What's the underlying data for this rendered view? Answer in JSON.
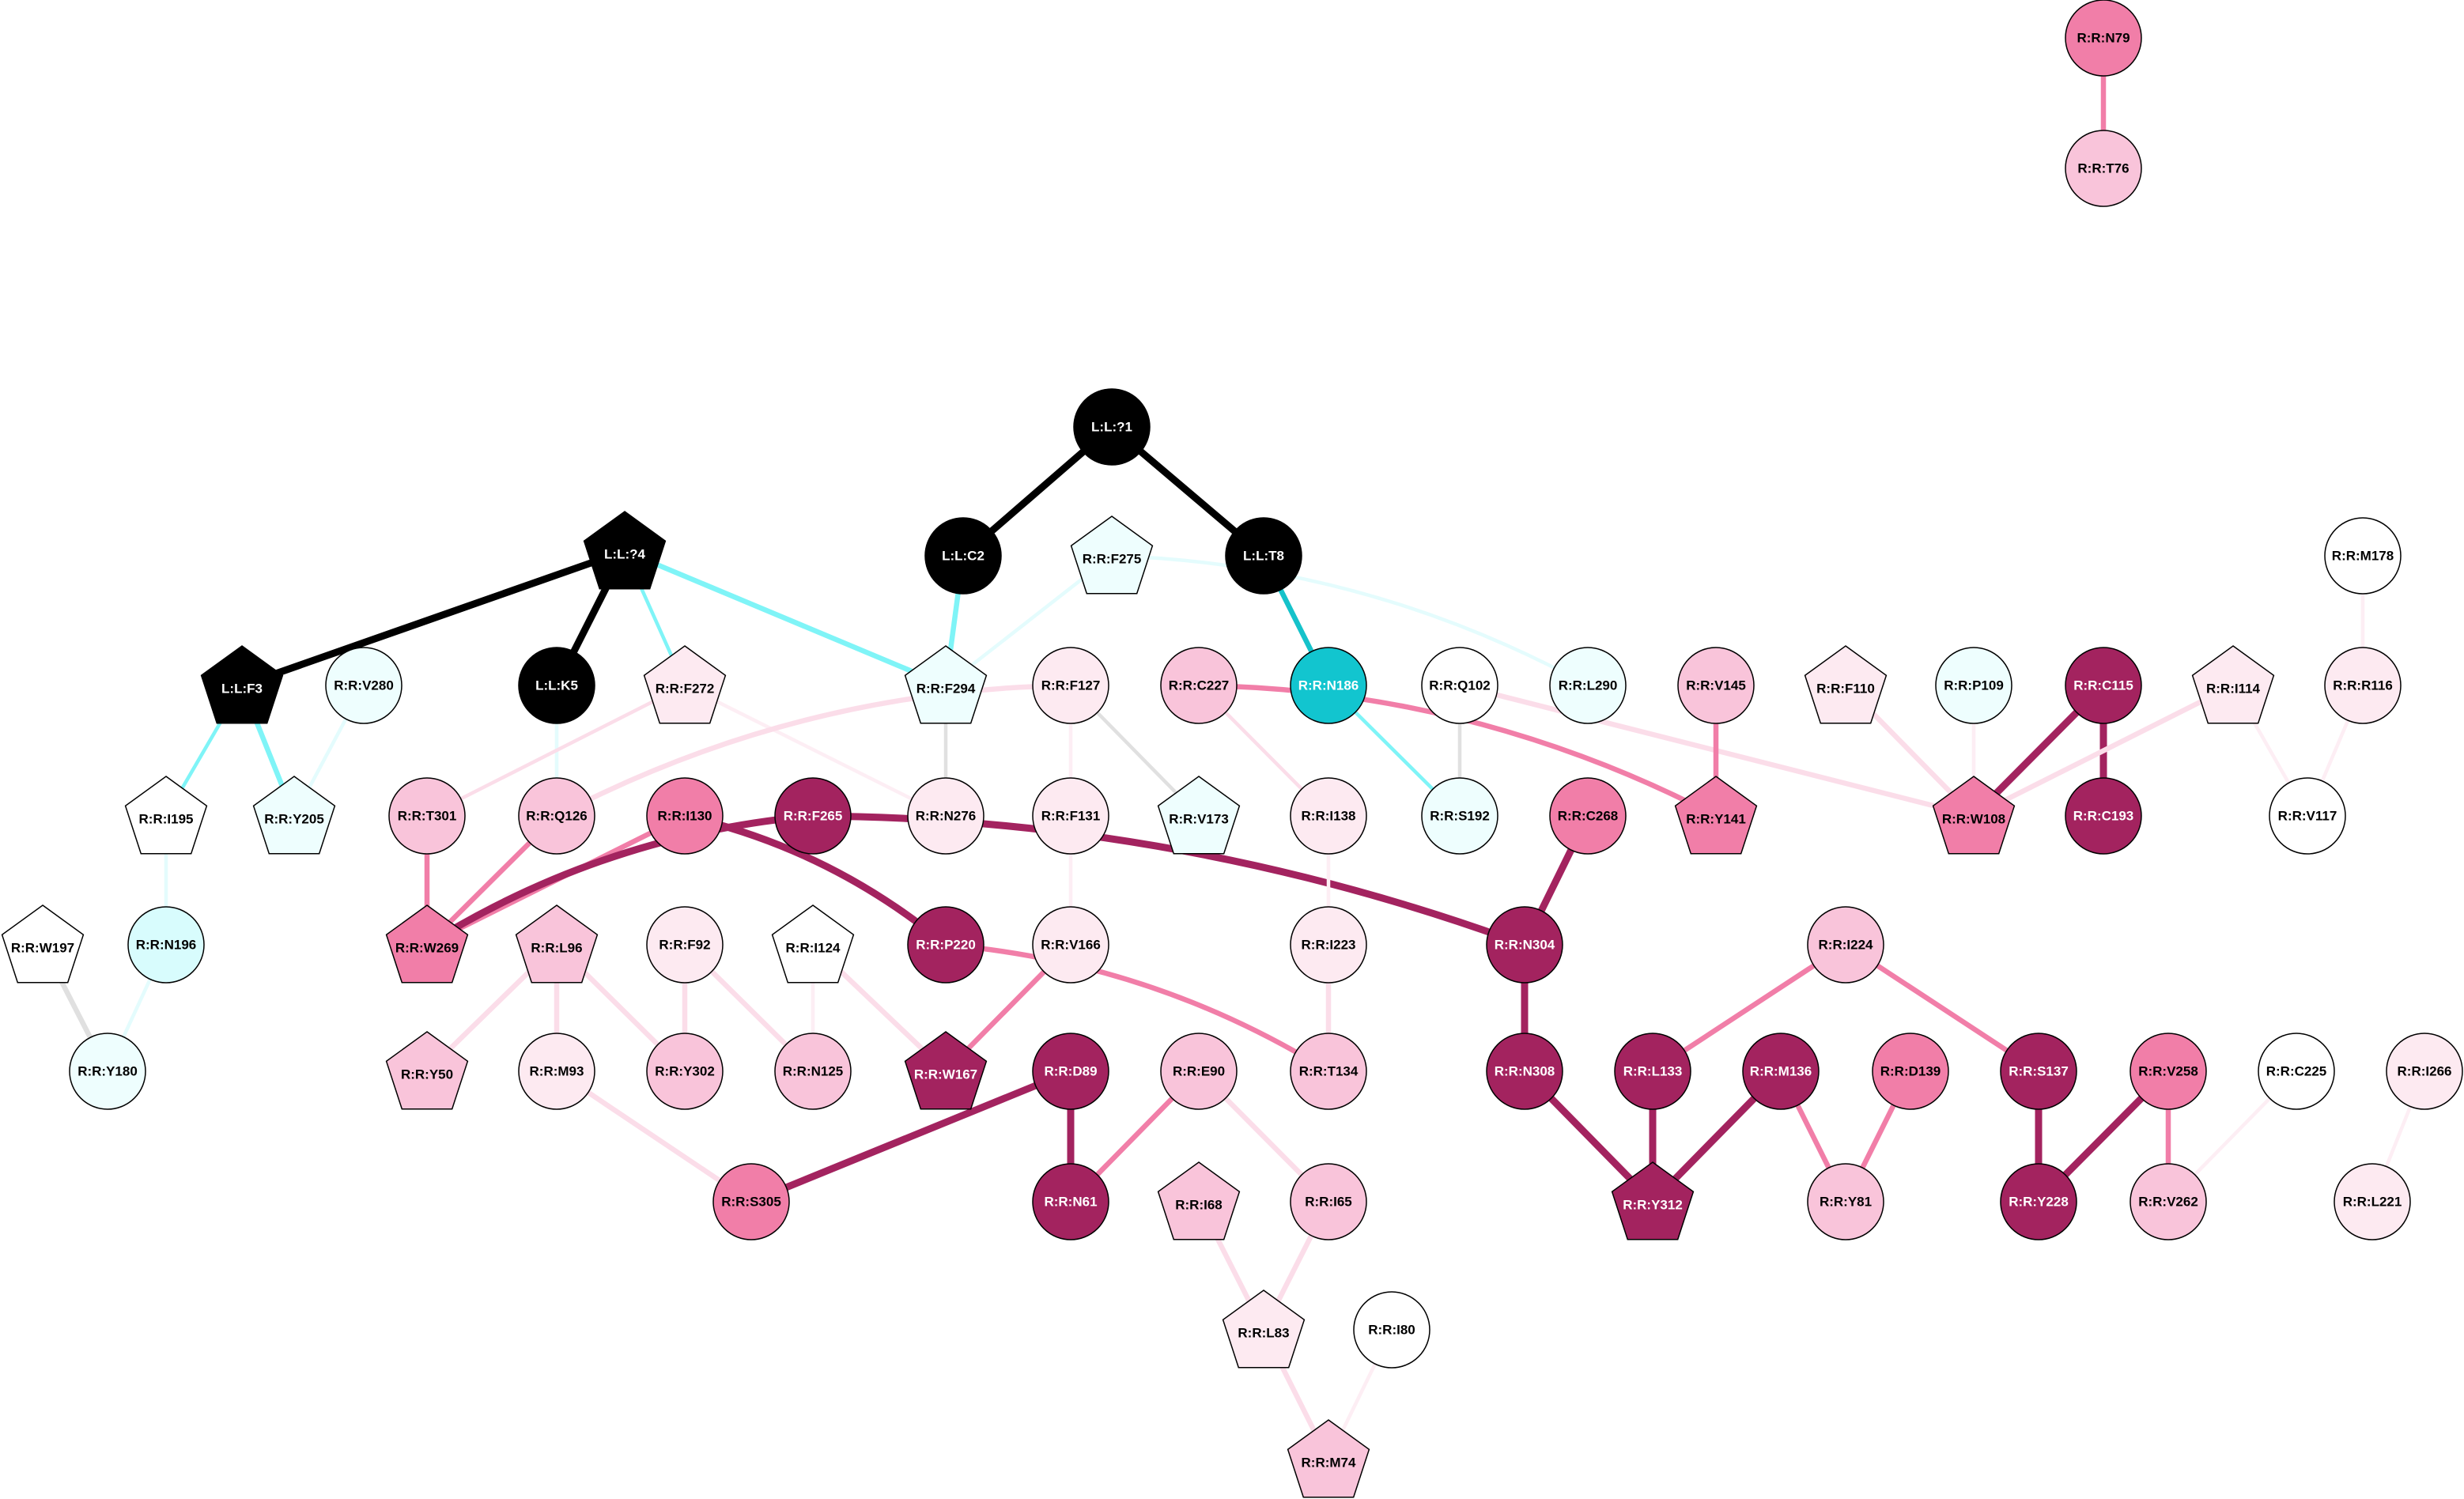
{
  "colors": {
    "black": "#000000",
    "cyan": "#12c5cf",
    "cyan_light": "#d8fcfd",
    "cyan_pale": "#eefefe",
    "edge_cyan": "#7ff4f7",
    "edge_cyan_pale": "#e4fcfd",
    "edge_cyan_strong": "#15c2ca",
    "edge_gray": "#e0e0e0",
    "magenta_dark": "#a3235f",
    "pink_strong": "#f17ea8",
    "pink_mid": "#f9c4da",
    "pink_light": "#fdeaf1",
    "edge_pink_light": "#fbdde9",
    "edge_pink_pale": "#fdeef4",
    "white": "#ffffff"
  },
  "nodes": [
    {
      "id": "N79",
      "label": "R:R:N79",
      "shape": "circle",
      "fill": "pink_strong"
    },
    {
      "id": "T76",
      "label": "R:R:T76",
      "shape": "circle",
      "fill": "pink_mid"
    },
    {
      "id": "L1",
      "label": "L:L:?1",
      "shape": "circle",
      "fill": "black"
    },
    {
      "id": "C2",
      "label": "L:L:C2",
      "shape": "circle",
      "fill": "black"
    },
    {
      "id": "T8",
      "label": "L:L:T8",
      "shape": "circle",
      "fill": "black"
    },
    {
      "id": "L4",
      "label": "L:L:?4",
      "shape": "pentagon",
      "fill": "black"
    },
    {
      "id": "F3",
      "label": "L:L:F3",
      "shape": "pentagon",
      "fill": "black"
    },
    {
      "id": "K5",
      "label": "L:L:K5",
      "shape": "circle",
      "fill": "black"
    },
    {
      "id": "F275",
      "label": "R:R:F275",
      "shape": "pentagon",
      "fill": "cyan_pale"
    },
    {
      "id": "M178",
      "label": "R:R:M178",
      "shape": "circle",
      "fill": "white"
    },
    {
      "id": "V280",
      "label": "R:R:V280",
      "shape": "circle",
      "fill": "cyan_pale"
    },
    {
      "id": "F272",
      "label": "R:R:F272",
      "shape": "pentagon",
      "fill": "pink_light"
    },
    {
      "id": "F294",
      "label": "R:R:F294",
      "shape": "pentagon",
      "fill": "cyan_pale"
    },
    {
      "id": "F127",
      "label": "R:R:F127",
      "shape": "circle",
      "fill": "pink_light"
    },
    {
      "id": "C227",
      "label": "R:R:C227",
      "shape": "circle",
      "fill": "pink_mid"
    },
    {
      "id": "N186",
      "label": "R:R:N186",
      "shape": "circle",
      "fill": "cyan"
    },
    {
      "id": "Q102",
      "label": "R:R:Q102",
      "shape": "circle",
      "fill": "white"
    },
    {
      "id": "L290",
      "label": "R:R:L290",
      "shape": "circle",
      "fill": "cyan_pale"
    },
    {
      "id": "V145",
      "label": "R:R:V145",
      "shape": "circle",
      "fill": "pink_mid"
    },
    {
      "id": "F110",
      "label": "R:R:F110",
      "shape": "pentagon",
      "fill": "pink_light"
    },
    {
      "id": "P109",
      "label": "R:R:P109",
      "shape": "circle",
      "fill": "cyan_pale"
    },
    {
      "id": "C115",
      "label": "R:R:C115",
      "shape": "circle",
      "fill": "magenta_dark"
    },
    {
      "id": "I114",
      "label": "R:R:I114",
      "shape": "pentagon",
      "fill": "pink_light"
    },
    {
      "id": "R116",
      "label": "R:R:R116",
      "shape": "circle",
      "fill": "pink_light"
    },
    {
      "id": "I195",
      "label": "R:R:I195",
      "shape": "pentagon",
      "fill": "white"
    },
    {
      "id": "Y205",
      "label": "R:R:Y205",
      "shape": "pentagon",
      "fill": "cyan_pale"
    },
    {
      "id": "T301",
      "label": "R:R:T301",
      "shape": "circle",
      "fill": "pink_mid"
    },
    {
      "id": "Q126",
      "label": "R:R:Q126",
      "shape": "circle",
      "fill": "pink_mid"
    },
    {
      "id": "I130",
      "label": "R:R:I130",
      "shape": "circle",
      "fill": "pink_strong"
    },
    {
      "id": "F265",
      "label": "R:R:F265",
      "shape": "circle",
      "fill": "magenta_dark"
    },
    {
      "id": "N276",
      "label": "R:R:N276",
      "shape": "circle",
      "fill": "pink_light"
    },
    {
      "id": "F131",
      "label": "R:R:F131",
      "shape": "circle",
      "fill": "pink_light"
    },
    {
      "id": "V173",
      "label": "R:R:V173",
      "shape": "pentagon",
      "fill": "cyan_pale"
    },
    {
      "id": "I138",
      "label": "R:R:I138",
      "shape": "circle",
      "fill": "pink_light"
    },
    {
      "id": "S192",
      "label": "R:R:S192",
      "shape": "circle",
      "fill": "cyan_pale"
    },
    {
      "id": "C268",
      "label": "R:R:C268",
      "shape": "circle",
      "fill": "pink_strong"
    },
    {
      "id": "Y141",
      "label": "R:R:Y141",
      "shape": "pentagon",
      "fill": "pink_strong"
    },
    {
      "id": "W108",
      "label": "R:R:W108",
      "shape": "pentagon",
      "fill": "pink_strong"
    },
    {
      "id": "C193",
      "label": "R:R:C193",
      "shape": "circle",
      "fill": "magenta_dark"
    },
    {
      "id": "V117",
      "label": "R:R:V117",
      "shape": "circle",
      "fill": "white"
    },
    {
      "id": "W197",
      "label": "R:R:W197",
      "shape": "pentagon",
      "fill": "white"
    },
    {
      "id": "N196",
      "label": "R:R:N196",
      "shape": "circle",
      "fill": "cyan_light"
    },
    {
      "id": "W269",
      "label": "R:R:W269",
      "shape": "pentagon",
      "fill": "pink_strong"
    },
    {
      "id": "L96",
      "label": "R:R:L96",
      "shape": "pentagon",
      "fill": "pink_mid"
    },
    {
      "id": "F92",
      "label": "R:R:F92",
      "shape": "circle",
      "fill": "pink_light"
    },
    {
      "id": "I124",
      "label": "R:R:I124",
      "shape": "pentagon",
      "fill": "white"
    },
    {
      "id": "P220",
      "label": "R:R:P220",
      "shape": "circle",
      "fill": "magenta_dark"
    },
    {
      "id": "V166",
      "label": "R:R:V166",
      "shape": "circle",
      "fill": "pink_light"
    },
    {
      "id": "I223",
      "label": "R:R:I223",
      "shape": "circle",
      "fill": "pink_light"
    },
    {
      "id": "N304",
      "label": "R:R:N304",
      "shape": "circle",
      "fill": "magenta_dark"
    },
    {
      "id": "I224",
      "label": "R:R:I224",
      "shape": "circle",
      "fill": "pink_mid"
    },
    {
      "id": "Y180",
      "label": "R:R:Y180",
      "shape": "circle",
      "fill": "cyan_pale"
    },
    {
      "id": "Y50",
      "label": "R:R:Y50",
      "shape": "pentagon",
      "fill": "pink_mid"
    },
    {
      "id": "M93",
      "label": "R:R:M93",
      "shape": "circle",
      "fill": "pink_light"
    },
    {
      "id": "Y302",
      "label": "R:R:Y302",
      "shape": "circle",
      "fill": "pink_mid"
    },
    {
      "id": "N125",
      "label": "R:R:N125",
      "shape": "circle",
      "fill": "pink_mid"
    },
    {
      "id": "W167",
      "label": "R:R:W167",
      "shape": "pentagon",
      "fill": "magenta_dark"
    },
    {
      "id": "D89",
      "label": "R:R:D89",
      "shape": "circle",
      "fill": "magenta_dark"
    },
    {
      "id": "E90",
      "label": "R:R:E90",
      "shape": "circle",
      "fill": "pink_mid"
    },
    {
      "id": "T134",
      "label": "R:R:T134",
      "shape": "circle",
      "fill": "pink_mid"
    },
    {
      "id": "N308",
      "label": "R:R:N308",
      "shape": "circle",
      "fill": "magenta_dark"
    },
    {
      "id": "L133",
      "label": "R:R:L133",
      "shape": "circle",
      "fill": "magenta_dark"
    },
    {
      "id": "M136",
      "label": "R:R:M136",
      "shape": "circle",
      "fill": "magenta_dark"
    },
    {
      "id": "D139",
      "label": "R:R:D139",
      "shape": "circle",
      "fill": "pink_strong"
    },
    {
      "id": "S137",
      "label": "R:R:S137",
      "shape": "circle",
      "fill": "magenta_dark"
    },
    {
      "id": "V258",
      "label": "R:R:V258",
      "shape": "circle",
      "fill": "pink_strong"
    },
    {
      "id": "C225",
      "label": "R:R:C225",
      "shape": "circle",
      "fill": "white"
    },
    {
      "id": "I266",
      "label": "R:R:I266",
      "shape": "circle",
      "fill": "pink_light"
    },
    {
      "id": "S305",
      "label": "R:R:S305",
      "shape": "circle",
      "fill": "pink_strong"
    },
    {
      "id": "N61",
      "label": "R:R:N61",
      "shape": "circle",
      "fill": "magenta_dark"
    },
    {
      "id": "I68",
      "label": "R:R:I68",
      "shape": "pentagon",
      "fill": "pink_mid"
    },
    {
      "id": "I65",
      "label": "R:R:I65",
      "shape": "circle",
      "fill": "pink_mid"
    },
    {
      "id": "Y312",
      "label": "R:R:Y312",
      "shape": "pentagon",
      "fill": "magenta_dark"
    },
    {
      "id": "Y81",
      "label": "R:R:Y81",
      "shape": "circle",
      "fill": "pink_mid"
    },
    {
      "id": "Y228",
      "label": "R:R:Y228",
      "shape": "circle",
      "fill": "magenta_dark"
    },
    {
      "id": "V262",
      "label": "R:R:V262",
      "shape": "circle",
      "fill": "pink_mid"
    },
    {
      "id": "L221",
      "label": "R:R:L221",
      "shape": "circle",
      "fill": "pink_light"
    },
    {
      "id": "L83",
      "label": "R:R:L83",
      "shape": "pentagon",
      "fill": "pink_light"
    },
    {
      "id": "I80",
      "label": "R:R:I80",
      "shape": "circle",
      "fill": "white"
    },
    {
      "id": "M74",
      "label": "R:R:M74",
      "shape": "pentagon",
      "fill": "pink_mid"
    }
  ],
  "edges": [
    {
      "from": "N79",
      "to": "T76",
      "color": "pink_strong",
      "weight": "medium"
    },
    {
      "from": "L1",
      "to": "C2",
      "color": "black",
      "weight": "heavy"
    },
    {
      "from": "L1",
      "to": "T8",
      "color": "black",
      "weight": "heavy"
    },
    {
      "from": "L4",
      "to": "F3",
      "color": "black",
      "weight": "heavy"
    },
    {
      "from": "L4",
      "to": "K5",
      "color": "black",
      "weight": "heavy"
    },
    {
      "from": "L4",
      "to": "F294",
      "color": "edge_cyan",
      "weight": "medium"
    },
    {
      "from": "L4",
      "to": "F272",
      "color": "edge_cyan",
      "weight": "thin"
    },
    {
      "from": "C2",
      "to": "F294",
      "color": "edge_cyan",
      "weight": "medium"
    },
    {
      "from": "T8",
      "to": "N186",
      "color": "edge_cyan_strong",
      "weight": "medium"
    },
    {
      "from": "F3",
      "to": "Y205",
      "color": "edge_cyan",
      "weight": "medium"
    },
    {
      "from": "F3",
      "to": "I195",
      "color": "edge_cyan",
      "weight": "thin"
    },
    {
      "from": "K5",
      "to": "Q126",
      "color": "edge_cyan_pale",
      "weight": "thin"
    },
    {
      "from": "F275",
      "to": "F294",
      "color": "edge_cyan_pale",
      "weight": "thin"
    },
    {
      "from": "F275",
      "to": "L290",
      "color": "edge_cyan_pale",
      "weight": "thin",
      "curve": "arc"
    },
    {
      "from": "V280",
      "to": "Y205",
      "color": "edge_cyan_pale",
      "weight": "thin"
    },
    {
      "from": "F294",
      "to": "N276",
      "color": "edge_gray",
      "weight": "thin"
    },
    {
      "from": "F272",
      "to": "T301",
      "color": "edge_pink_light",
      "weight": "thin"
    },
    {
      "from": "F272",
      "to": "N276",
      "color": "edge_pink_pale",
      "weight": "thin"
    },
    {
      "from": "F127",
      "to": "Q126",
      "color": "edge_pink_light",
      "weight": "medium",
      "curve": "arc"
    },
    {
      "from": "F127",
      "to": "F131",
      "color": "edge_pink_pale",
      "weight": "thin"
    },
    {
      "from": "F127",
      "to": "V173",
      "color": "edge_gray",
      "weight": "thin"
    },
    {
      "from": "C227",
      "to": "Y141",
      "color": "pink_strong",
      "weight": "medium",
      "curve": "arc"
    },
    {
      "from": "C227",
      "to": "I138",
      "color": "edge_pink_light",
      "weight": "thin"
    },
    {
      "from": "N186",
      "to": "S192",
      "color": "edge_cyan",
      "weight": "thin"
    },
    {
      "from": "Q102",
      "to": "S192",
      "color": "edge_gray",
      "weight": "thin"
    },
    {
      "from": "Q102",
      "to": "W108",
      "color": "edge_pink_light",
      "weight": "medium"
    },
    {
      "from": "V145",
      "to": "Y141",
      "color": "pink_strong",
      "weight": "medium"
    },
    {
      "from": "F110",
      "to": "W108",
      "color": "edge_pink_light",
      "weight": "medium"
    },
    {
      "from": "P109",
      "to": "W108",
      "color": "edge_pink_pale",
      "weight": "thin"
    },
    {
      "from": "C115",
      "to": "W108",
      "color": "magenta_dark",
      "weight": "heavy"
    },
    {
      "from": "C115",
      "to": "C193",
      "color": "magenta_dark",
      "weight": "heavy"
    },
    {
      "from": "I114",
      "to": "W108",
      "color": "edge_pink_light",
      "weight": "medium"
    },
    {
      "from": "I114",
      "to": "V117",
      "color": "edge_pink_pale",
      "weight": "thin"
    },
    {
      "from": "M178",
      "to": "R116",
      "color": "edge_pink_pale",
      "weight": "thin"
    },
    {
      "from": "R116",
      "to": "V117",
      "color": "edge_pink_pale",
      "weight": "thin"
    },
    {
      "from": "I195",
      "to": "N196",
      "color": "edge_cyan_pale",
      "weight": "thin"
    },
    {
      "from": "N196",
      "to": "Y180",
      "color": "edge_cyan_pale",
      "weight": "thin"
    },
    {
      "from": "W197",
      "to": "Y180",
      "color": "edge_gray",
      "weight": "medium"
    },
    {
      "from": "T301",
      "to": "W269",
      "color": "pink_strong",
      "weight": "medium"
    },
    {
      "from": "Q126",
      "to": "W269",
      "color": "pink_strong",
      "weight": "medium"
    },
    {
      "from": "I130",
      "to": "W269",
      "color": "pink_strong",
      "weight": "medium"
    },
    {
      "from": "I130",
      "to": "P220",
      "color": "magenta_dark",
      "weight": "heavy",
      "curve": "arc"
    },
    {
      "from": "F265",
      "to": "W269",
      "color": "magenta_dark",
      "weight": "heavy",
      "curve": "arc"
    },
    {
      "from": "F265",
      "to": "N304",
      "color": "magenta_dark",
      "weight": "heavy",
      "curve": "arc"
    },
    {
      "from": "F131",
      "to": "V166",
      "color": "edge_pink_pale",
      "weight": "thin"
    },
    {
      "from": "I138",
      "to": "I223",
      "color": "edge_pink_pale",
      "weight": "thin"
    },
    {
      "from": "I223",
      "to": "T134",
      "color": "edge_pink_light",
      "weight": "medium"
    },
    {
      "from": "C268",
      "to": "N304",
      "color": "magenta_dark",
      "weight": "heavy"
    },
    {
      "from": "N304",
      "to": "N308",
      "color": "magenta_dark",
      "weight": "heavy"
    },
    {
      "from": "L96",
      "to": "Y50",
      "color": "edge_pink_light",
      "weight": "medium"
    },
    {
      "from": "L96",
      "to": "M93",
      "color": "edge_pink_light",
      "weight": "medium"
    },
    {
      "from": "L96",
      "to": "Y302",
      "color": "edge_pink_light",
      "weight": "medium"
    },
    {
      "from": "F92",
      "to": "Y302",
      "color": "edge_pink_light",
      "weight": "medium"
    },
    {
      "from": "F92",
      "to": "N125",
      "color": "edge_pink_light",
      "weight": "medium"
    },
    {
      "from": "I124",
      "to": "N125",
      "color": "edge_pink_pale",
      "weight": "thin"
    },
    {
      "from": "I124",
      "to": "W167",
      "color": "edge_pink_light",
      "weight": "medium"
    },
    {
      "from": "V166",
      "to": "W167",
      "color": "pink_strong",
      "weight": "medium"
    },
    {
      "from": "P220",
      "to": "T134",
      "color": "pink_strong",
      "weight": "medium",
      "curve": "arc"
    },
    {
      "from": "M93",
      "to": "S305",
      "color": "edge_pink_light",
      "weight": "medium"
    },
    {
      "from": "D89",
      "to": "S305",
      "color": "magenta_dark",
      "weight": "heavy"
    },
    {
      "from": "D89",
      "to": "N61",
      "color": "magenta_dark",
      "weight": "heavy"
    },
    {
      "from": "E90",
      "to": "N61",
      "color": "pink_strong",
      "weight": "medium"
    },
    {
      "from": "E90",
      "to": "I65",
      "color": "edge_pink_light",
      "weight": "medium"
    },
    {
      "from": "I68",
      "to": "L83",
      "color": "edge_pink_light",
      "weight": "medium"
    },
    {
      "from": "I65",
      "to": "L83",
      "color": "edge_pink_light",
      "weight": "medium"
    },
    {
      "from": "L83",
      "to": "M74",
      "color": "edge_pink_light",
      "weight": "medium"
    },
    {
      "from": "I80",
      "to": "M74",
      "color": "edge_pink_pale",
      "weight": "thin"
    },
    {
      "from": "N308",
      "to": "Y312",
      "color": "magenta_dark",
      "weight": "heavy"
    },
    {
      "from": "L133",
      "to": "Y312",
      "color": "magenta_dark",
      "weight": "heavy"
    },
    {
      "from": "M136",
      "to": "Y312",
      "color": "magenta_dark",
      "weight": "heavy"
    },
    {
      "from": "M136",
      "to": "Y81",
      "color": "pink_strong",
      "weight": "medium"
    },
    {
      "from": "D139",
      "to": "Y81",
      "color": "pink_strong",
      "weight": "medium"
    },
    {
      "from": "I224",
      "to": "L133",
      "color": "pink_strong",
      "weight": "medium"
    },
    {
      "from": "I224",
      "to": "S137",
      "color": "pink_strong",
      "weight": "medium"
    },
    {
      "from": "S137",
      "to": "Y228",
      "color": "magenta_dark",
      "weight": "heavy"
    },
    {
      "from": "V258",
      "to": "Y228",
      "color": "magenta_dark",
      "weight": "heavy"
    },
    {
      "from": "V258",
      "to": "V262",
      "color": "pink_strong",
      "weight": "medium"
    },
    {
      "from": "C225",
      "to": "V262",
      "color": "edge_pink_pale",
      "weight": "thin"
    },
    {
      "from": "I266",
      "to": "L221",
      "color": "edge_pink_pale",
      "weight": "thin"
    }
  ]
}
